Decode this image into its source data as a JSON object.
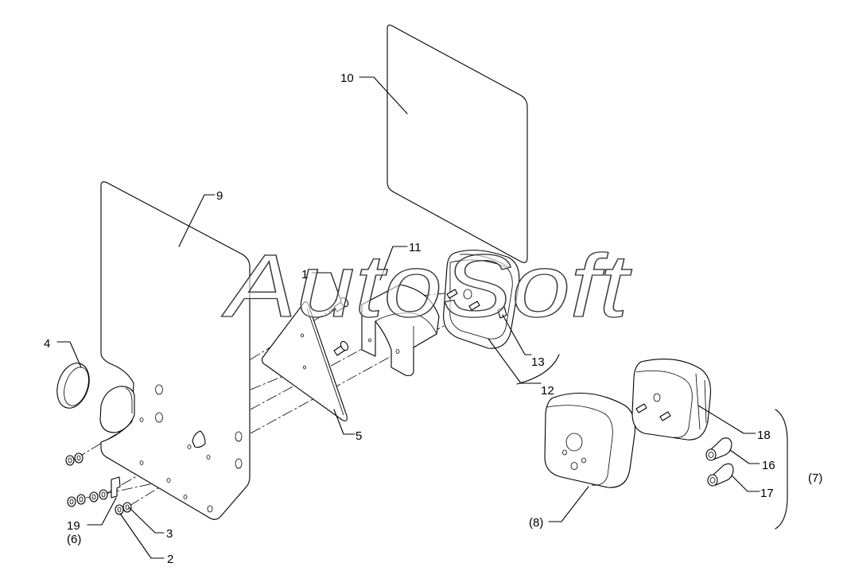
{
  "watermark": "AutoSoft",
  "callouts": {
    "c1": "1",
    "c2": "2",
    "c3": "3",
    "c4": "4",
    "c5": "5",
    "c9": "9",
    "c10": "10",
    "c11": "11",
    "c12": "12",
    "c13": "13",
    "c16": "16",
    "c17": "17",
    "c18": "18",
    "c19": "19",
    "c6": "(6)",
    "c7": "(7)",
    "c8": "(8)"
  }
}
